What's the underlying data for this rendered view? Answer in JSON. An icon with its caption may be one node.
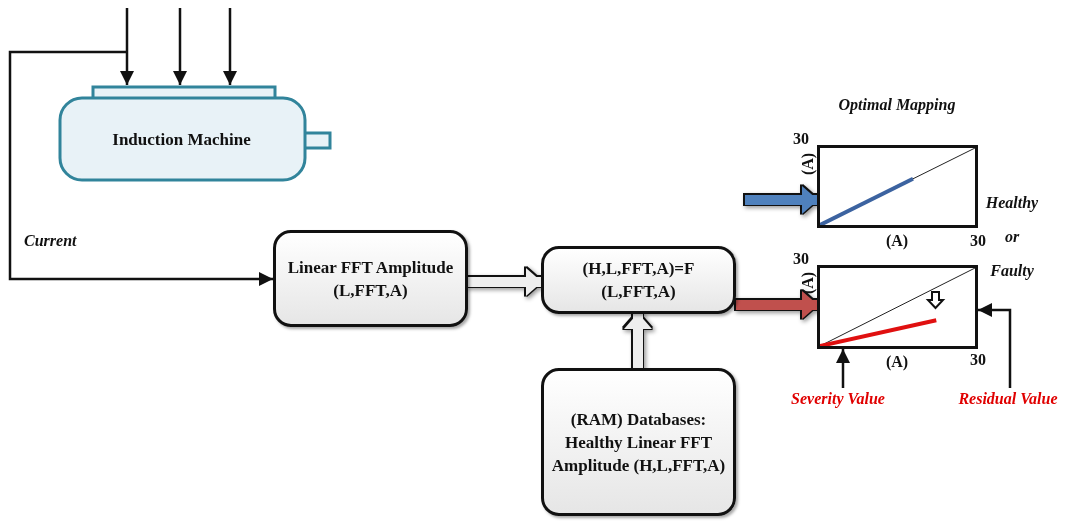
{
  "diagram": {
    "nodes": [
      {
        "text": [
          "Induction Machine"
        ]
      },
      {
        "text": [
          "Linear FFT Amplitude (L,FFT,A)"
        ]
      },
      {
        "text": [
          "(H,L,FFT,A)=F (L,FFT,A)"
        ]
      },
      {
        "text": [
          "(RAM) Databases: Healthy Linear FFT Amplitude (H,L,FFT,A)"
        ]
      },
      {
        "text": [],
        "shape": "box"
      },
      {
        "text": [],
        "shape": "box"
      },
      {
        "text": [
          "Severity Value"
        ]
      },
      {
        "text": [
          "Residual Value"
        ]
      }
    ],
    "edges": [
      {
        "from": null,
        "to": 0,
        "arrow": "to"
      },
      {
        "from": null,
        "to": 0,
        "arrow": "to"
      },
      {
        "from": null,
        "to": 0,
        "arrow": "to"
      },
      {
        "from": null,
        "to": 1,
        "arrow": "to",
        "label": "Current"
      },
      {
        "from": 1,
        "to": 2,
        "arrow": "to",
        "style": "thick",
        "color": "#eeeeee"
      },
      {
        "from": 3,
        "to": 2,
        "arrow": "to",
        "style": "thick",
        "color": "#eeeeee"
      },
      {
        "from": 2,
        "to": 5,
        "arrow": "to",
        "style": "thick",
        "color": "#c0504d"
      },
      {
        "from": null,
        "to": 4,
        "arrow": "to",
        "style": "thick",
        "color": "#4f81bd"
      },
      {
        "from": 6,
        "to": 5,
        "arrow": "to"
      },
      {
        "from": 7,
        "to": 5,
        "arrow": "to"
      }
    ],
    "labels": [
      "Optimal Mapping",
      "30",
      "(A)",
      "(A)",
      "30",
      "Healthy or Faulty",
      "30",
      "(A)",
      "(A)",
      "30"
    ]
  }
}
